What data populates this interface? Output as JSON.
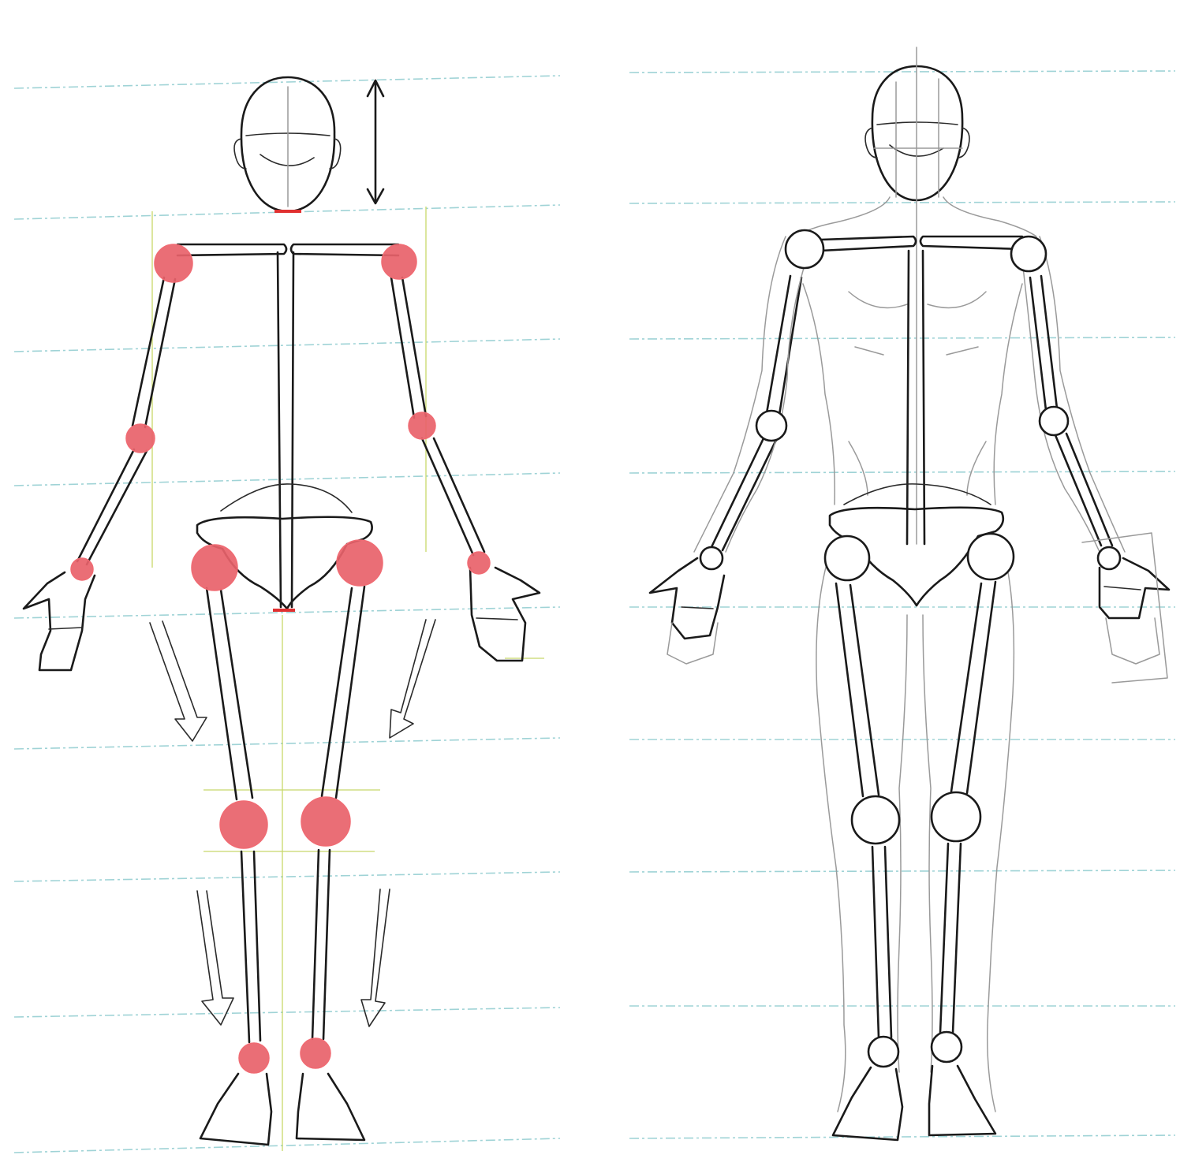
{
  "colors": {
    "paper": "#ffffff",
    "ruled_line": "#9fd3d6",
    "ink": "#1a1a1a",
    "pencil": "#9a9a9a",
    "joint_fill": "#e8626a",
    "joint_fill_alt": "#f06b73",
    "joint_outline": "#1a1a1a",
    "guide_line": "#c8d86a",
    "neck_mark": "#e03030"
  },
  "figures": [
    {
      "name": "joint-skeleton",
      "joint_style": "filled-red",
      "joint_count": 12
    },
    {
      "name": "body-over-skeleton",
      "joint_style": "outlined",
      "joint_count": 12
    }
  ],
  "icons": [
    "double-headed-arrow-icon",
    "down-arrow-icon"
  ]
}
